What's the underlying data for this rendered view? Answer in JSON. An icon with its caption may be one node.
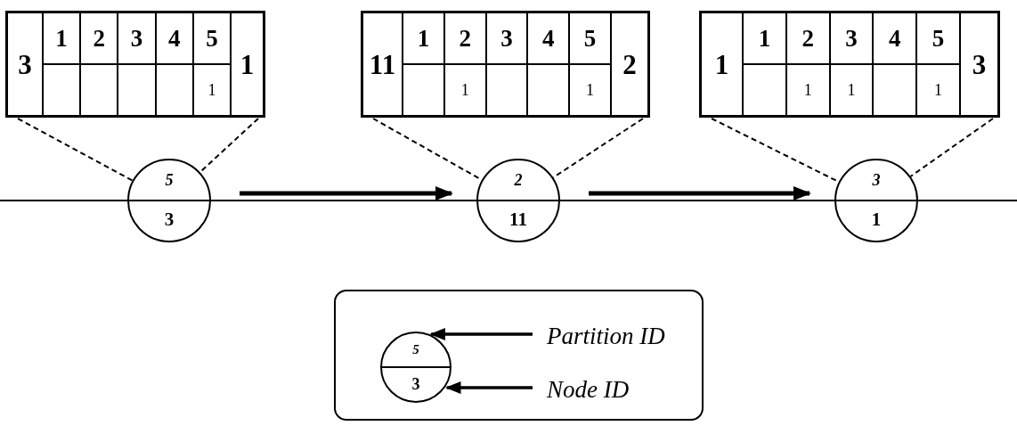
{
  "diagram": {
    "nodes": [
      {
        "text": [],
        "shape": "box"
      },
      {
        "text": [
          "3"
        ],
        "in": 0
      },
      {
        "text": [
          "1"
        ],
        "in": 0
      },
      {
        "text": [
          "2"
        ],
        "in": 0
      },
      {
        "text": [
          "3"
        ],
        "in": 0
      },
      {
        "text": [
          "4"
        ],
        "in": 0
      },
      {
        "text": [
          "5"
        ],
        "in": 0
      },
      {
        "text": [
          "1"
        ],
        "in": 0
      },
      {
        "text": [],
        "shape": "box",
        "in": 0
      },
      {
        "text": [],
        "shape": "box",
        "in": 0
      },
      {
        "text": [],
        "shape": "box",
        "in": 0
      },
      {
        "text": [],
        "shape": "box",
        "in": 0
      },
      {
        "text": [
          "1"
        ],
        "in": 0
      },
      {
        "text": [],
        "shape": "box"
      },
      {
        "text": [
          "11"
        ],
        "in": 13
      },
      {
        "text": [
          "1"
        ],
        "in": 13
      },
      {
        "text": [
          "2"
        ],
        "in": 13
      },
      {
        "text": [
          "3"
        ],
        "in": 13
      },
      {
        "text": [
          "4"
        ],
        "in": 13
      },
      {
        "text": [
          "5"
        ],
        "in": 13
      },
      {
        "text": [
          "2"
        ],
        "in": 13
      },
      {
        "text": [],
        "shape": "box",
        "in": 13
      },
      {
        "text": [
          "1"
        ],
        "in": 13
      },
      {
        "text": [],
        "shape": "box",
        "in": 13
      },
      {
        "text": [],
        "shape": "box",
        "in": 13
      },
      {
        "text": [
          "1"
        ],
        "in": 13
      },
      {
        "text": [],
        "shape": "box"
      },
      {
        "text": [
          "1"
        ],
        "in": 26
      },
      {
        "text": [
          "1"
        ],
        "in": 26
      },
      {
        "text": [
          "2"
        ],
        "in": 26
      },
      {
        "text": [
          "3"
        ],
        "in": 26
      },
      {
        "text": [
          "4"
        ],
        "in": 26
      },
      {
        "text": [
          "5"
        ],
        "in": 26
      },
      {
        "text": [
          "3"
        ],
        "in": 26
      },
      {
        "text": [],
        "shape": "box",
        "in": 26
      },
      {
        "text": [
          "1"
        ],
        "in": 26
      },
      {
        "text": [
          "1"
        ],
        "in": 26
      },
      {
        "text": [],
        "shape": "box",
        "in": 26
      },
      {
        "text": [
          "1"
        ],
        "in": 26
      },
      {
        "text": [
          "5",
          "3"
        ]
      },
      {
        "text": [
          "2",
          "11"
        ]
      },
      {
        "text": [
          "3",
          "1"
        ]
      },
      {
        "text": [],
        "shape": "box"
      },
      {
        "text": [
          "5",
          "3"
        ],
        "in": 42
      },
      {
        "text": [
          "Partition ID"
        ],
        "in": 42
      },
      {
        "text": [
          "Node ID"
        ],
        "in": 42
      }
    ],
    "edges": [
      {
        "from": 0,
        "to": 39,
        "arrow": "none",
        "style": "dashed"
      },
      {
        "from": 0,
        "to": 39,
        "arrow": "none",
        "style": "dashed"
      },
      {
        "from": 13,
        "to": 40,
        "arrow": "none",
        "style": "dashed"
      },
      {
        "from": 13,
        "to": 40,
        "arrow": "none",
        "style": "dashed"
      },
      {
        "from": 26,
        "to": 41,
        "arrow": "none",
        "style": "dashed"
      },
      {
        "from": 26,
        "to": 41,
        "arrow": "none",
        "style": "dashed"
      },
      {
        "from": null,
        "to": 39,
        "arrow": "none"
      },
      {
        "from": 39,
        "to": 40,
        "arrow": "none"
      },
      {
        "from": 40,
        "to": 41,
        "arrow": "none"
      },
      {
        "from": 41,
        "to": null,
        "arrow": "none"
      },
      {
        "from": 39,
        "to": 40,
        "arrow": "to",
        "style": "thick"
      },
      {
        "from": 40,
        "to": 41,
        "arrow": "to",
        "style": "thick"
      },
      {
        "from": 44,
        "to": 43,
        "arrow": "to"
      },
      {
        "from": 45,
        "to": 43,
        "arrow": "to"
      }
    ]
  }
}
